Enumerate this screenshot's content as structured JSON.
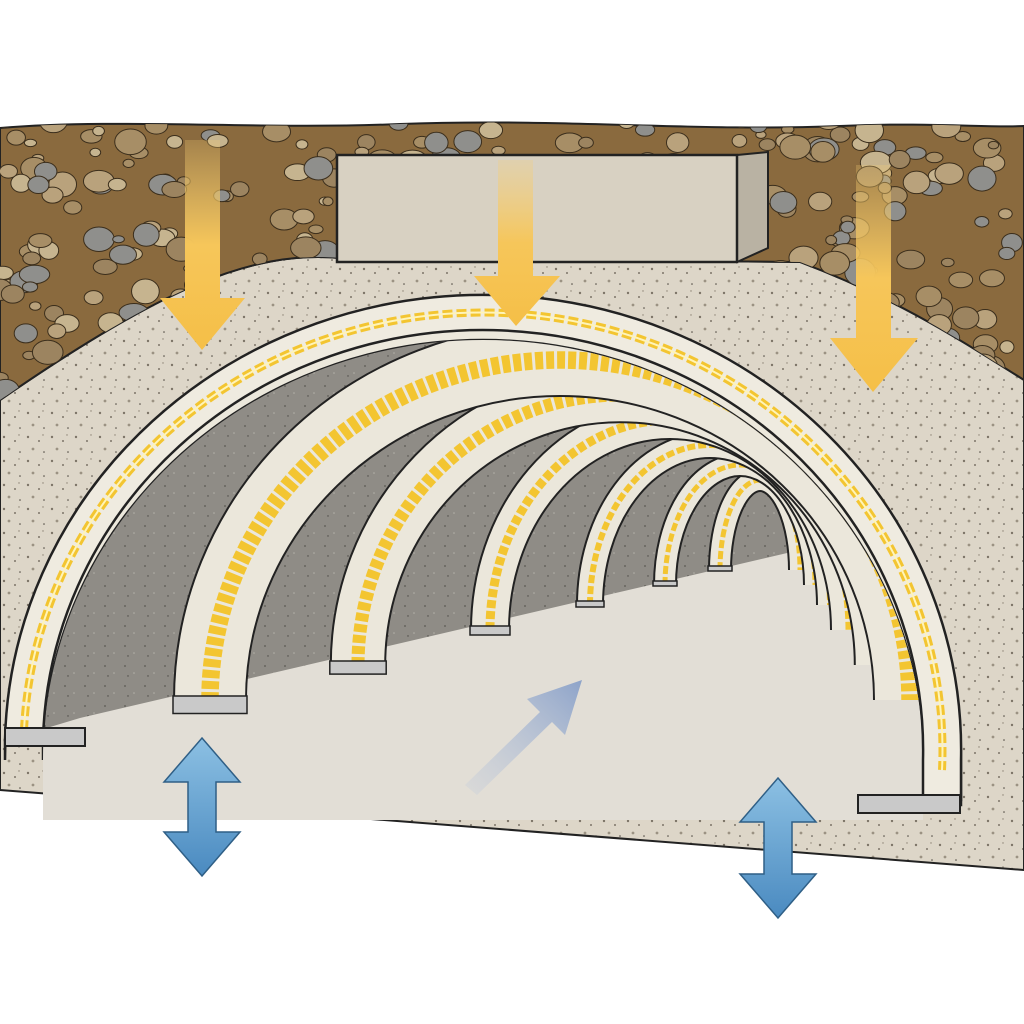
{
  "diagram": {
    "subject": "tunnel-arch-cross-section",
    "colors": {
      "soil": "#8a6a3e",
      "stone": "#b9a27c",
      "fill_concrete": "#ddd6c8",
      "slab": "#d8d1c2",
      "arch": "#ece8dc",
      "arch_band": "#f3c531",
      "tunnel_wall": "#8e8b86",
      "floor": "#e2ded6",
      "load_arrow": "#f6c65a",
      "movement_arrow": "#5d9ccb",
      "flow_arrow": "#9cb0cf"
    },
    "icons": [
      "load-arrow-down",
      "vertical-double-arrow",
      "diagonal-flow-arrow"
    ]
  }
}
